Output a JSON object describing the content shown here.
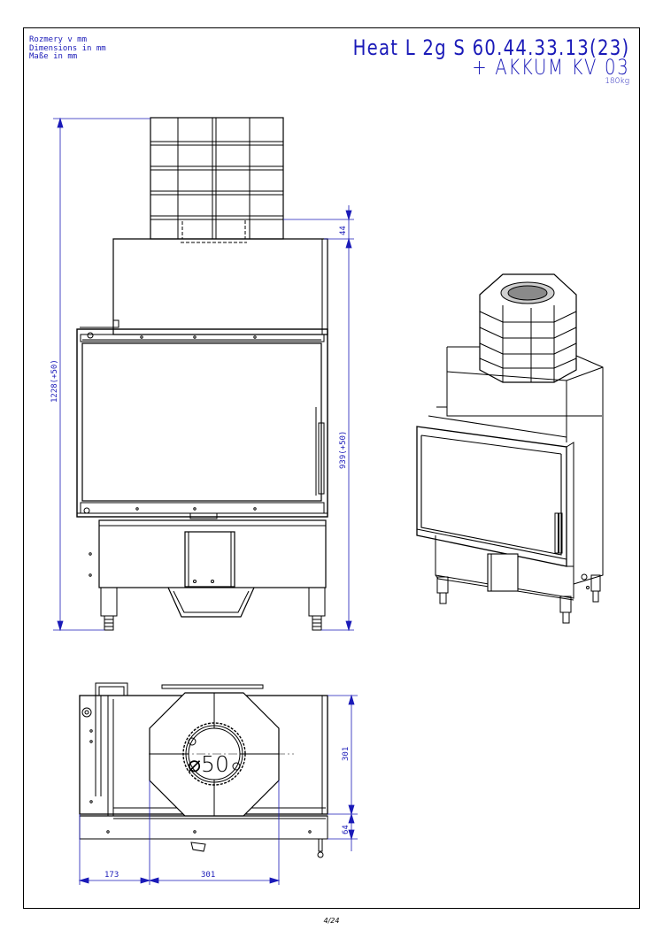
{
  "units_note": [
    "Rozmery v mm",
    "Dimensions in mm",
    "Maße in mm"
  ],
  "title": {
    "line1": "Heat L 2g S 60.44.33.13(23)",
    "line2": "+ AKKUM KV 03",
    "weight": "180kg"
  },
  "dimensions": {
    "total_height": "1228(+50)",
    "body_height": "939(+50)",
    "collar_height": "44",
    "plan_depth": "301",
    "plan_front": "64",
    "plan_left": "173",
    "plan_width": "301",
    "flue_diameter": "⌀50"
  },
  "page_number": "4/24",
  "colors": {
    "dimension_blue": "#1a1ab8",
    "line_black": "#000000",
    "shading_gray": "#8a8a8a"
  }
}
